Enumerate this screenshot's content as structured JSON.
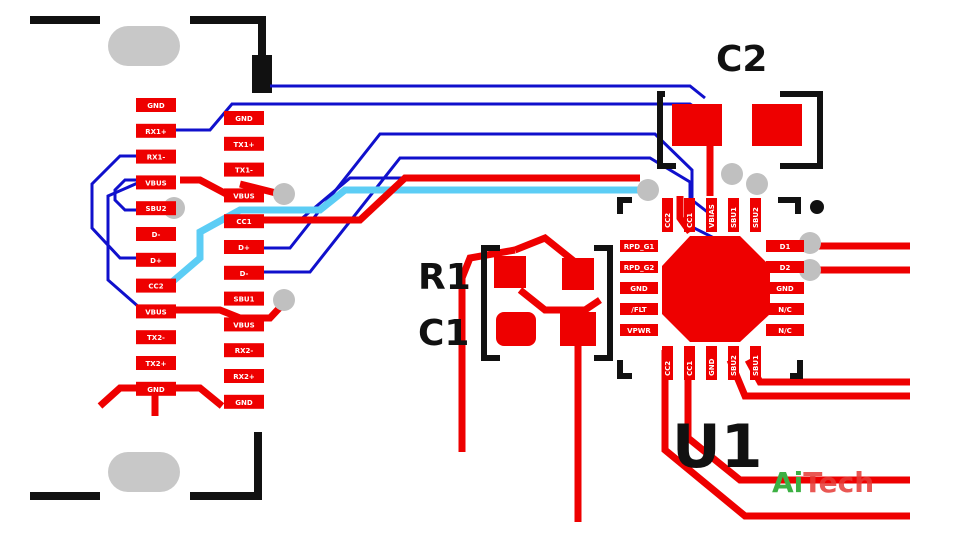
{
  "colors": {
    "copper": "#ee0000",
    "bottom_trace": "#1010cc",
    "cc_trace": "#5ccdf5",
    "silkscreen": "#111111",
    "via": "#c0c0c0",
    "hole": "#c8c8c8",
    "logo_green": "#3cb043",
    "logo_red": "#e53935"
  },
  "left_row": [
    "GND",
    "RX1+",
    "RX1-",
    "VBUS",
    "SBU2",
    "D-",
    "D+",
    "CC2",
    "VBUS",
    "TX2-",
    "TX2+",
    "GND"
  ],
  "right_row": [
    "GND",
    "TX1+",
    "TX1-",
    "VBUS",
    "CC1",
    "D+",
    "D-",
    "SBU1",
    "VBUS",
    "RX2-",
    "RX2+",
    "GND"
  ],
  "designators": {
    "c2": "C2",
    "r1": "R1",
    "c1": "C1",
    "u1": "U1"
  },
  "ic": {
    "top": [
      "CC2",
      "CC1",
      "VBIAS",
      "SBU1",
      "SBU2"
    ],
    "left": [
      "RPD_G1",
      "RPD_G2",
      "GND",
      "/FLT",
      "VPWR"
    ],
    "right": [
      "D1",
      "D2",
      "GND",
      "N/C",
      "N/C"
    ],
    "bottom": [
      "CC2",
      "CC1",
      "GND",
      "SBU2",
      "SBU1"
    ]
  },
  "logo": {
    "part1": "Ai",
    "part2": "Tech"
  }
}
